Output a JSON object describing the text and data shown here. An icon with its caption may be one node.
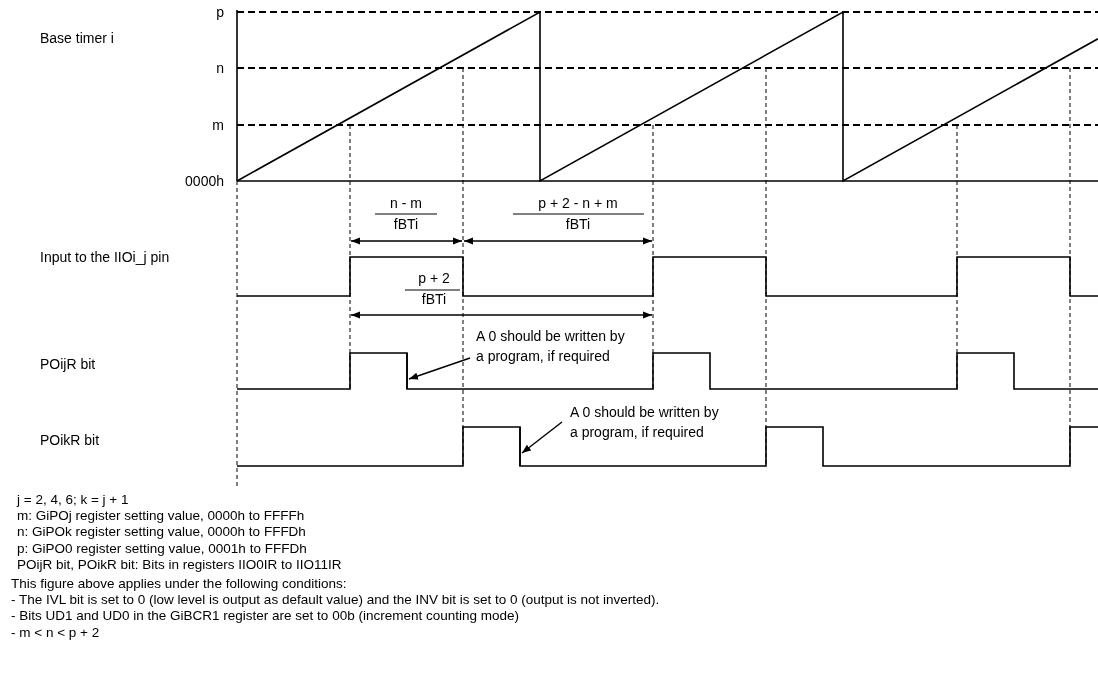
{
  "diagram": {
    "nodes": [
      {
        "text": [
          "A 0 should be written by a program, if required"
        ]
      },
      {
        "text": [
          "A 0 should be written by a program, if required"
        ]
      },
      {
        "text": [],
        "shape": "line"
      },
      {
        "text": [],
        "shape": "line"
      }
    ],
    "edges": [
      {
        "from": 0,
        "to": 2,
        "arrow": "to"
      },
      {
        "from": 1,
        "to": 3,
        "arrow": "to"
      }
    ],
    "labels": [
      "Base timer i",
      "p",
      "n",
      "m",
      "0000h",
      "n - m",
      "fBTi",
      "p + 2 - n + m",
      "fBTi",
      "Input to the IIOi_j pin",
      "p + 2",
      "fBTi",
      "POijR bit",
      "POikR bit",
      "j = 2, 4, 6; k = j + 1",
      "m: GiPOj register setting value, 0000h to FFFFh",
      "n: GiPOk register setting value, 0000h to FFFDh",
      "p: GiPO0 register setting value, 0001h to FFFDh",
      "POijR bit, POikR bit: Bits in registers IIO0IR to IIO11IR",
      "This figure above applies under the following conditions:",
      "-  The IVL bit is set to 0 (low level is output as default value) and the INV bit is set to 0 (output is not inverted).",
      "-  Bits UD1 and UD0 in the GiBCR1 register are set to 00b (increment counting mode)",
      "-  m < n < p + 2"
    ]
  }
}
